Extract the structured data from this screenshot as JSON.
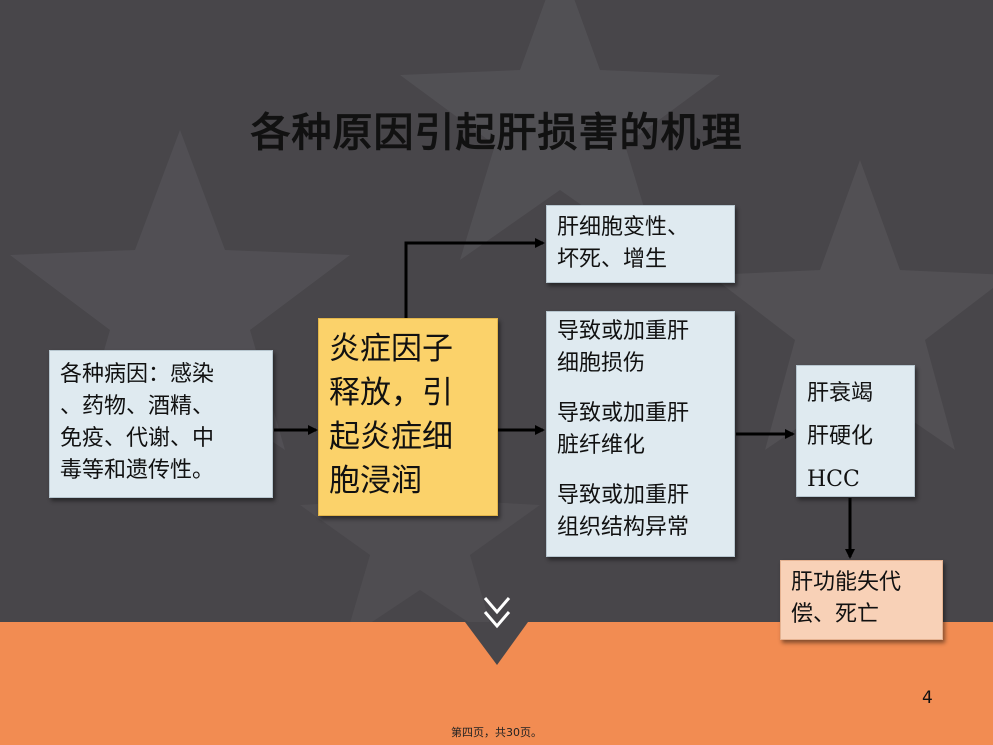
{
  "slide": {
    "title": "各种原因引起肝损害的机理",
    "page_number": "4",
    "footer": "第四页，共30页。"
  },
  "flow": {
    "causes": {
      "lines": [
        "各种病因：感染",
        "、药物、酒精、",
        "免疫、代谢、中",
        "毒等和遗传性。"
      ]
    },
    "inflammation": {
      "lines": [
        "炎症因子",
        "释放，引",
        "起炎症细",
        "胞浸润"
      ]
    },
    "degeneration": {
      "lines": [
        "肝细胞变性、",
        "坏死、增生"
      ]
    },
    "aggravation": {
      "groups": [
        [
          "导致或加重肝",
          "细胞损伤"
        ],
        [
          "导致或加重肝",
          "脏纤维化"
        ],
        [
          "导致或加重肝",
          "组织结构异常"
        ]
      ]
    },
    "outcomes": {
      "lines": [
        "肝衰竭",
        "肝硬化",
        "HCC"
      ]
    },
    "failure": {
      "lines": [
        "肝功能失代",
        "偿、死亡"
      ]
    }
  },
  "colors": {
    "background": "#48464a",
    "band": "#f28c52",
    "box_blue": "#dfeaf0",
    "box_yellow": "#fbd26a",
    "box_peach": "#f8d1b7"
  }
}
